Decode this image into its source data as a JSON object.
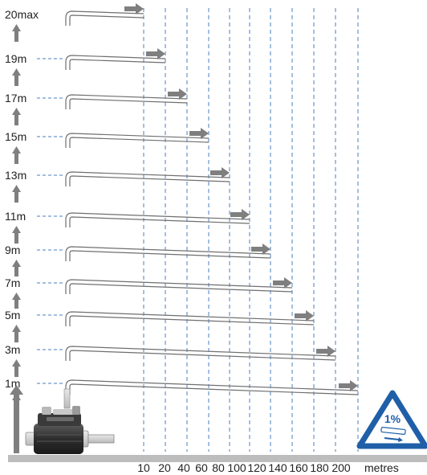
{
  "colors": {
    "arrow_grey": "#7f7f7f",
    "ground": "#bdbdbd",
    "dashed_blue": "#4a7fc1",
    "pipe": "#6f6f6f",
    "warning_blue": "#1f5fa8"
  },
  "height_labels": [
    "20max",
    "19m",
    "17m",
    "15m",
    "13m",
    "11m",
    "9m",
    "7m",
    "5m",
    "3m",
    "1m"
  ],
  "distance_ticks": [
    "10",
    "20",
    "40",
    "60",
    "80",
    "100",
    "120",
    "140",
    "160",
    "180",
    "200"
  ],
  "distance_unit": "metres",
  "slope_sign": {
    "text": "1%",
    "icon": "warning-triangle-icon"
  },
  "pump_icon": "macerator-pump-icon"
}
